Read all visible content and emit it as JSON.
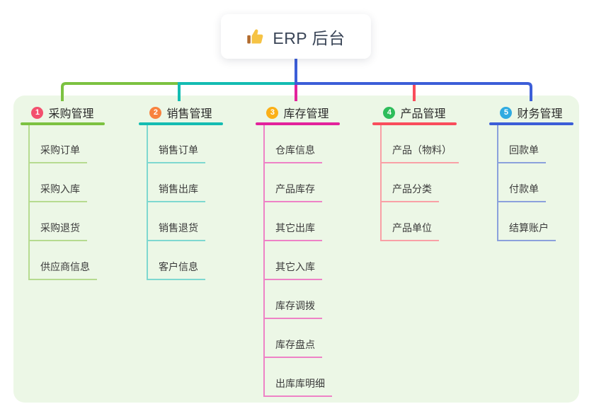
{
  "root": {
    "icon": "thumbs-up-icon",
    "label": "ERP 后台"
  },
  "branches": [
    {
      "badge": "1",
      "label": "采购管理",
      "colors": {
        "main": "#7cc241",
        "pale": "#b6db90",
        "badge": "#f3506e"
      },
      "children": [
        "采购订单",
        "采购入库",
        "采购退货",
        "供应商信息"
      ]
    },
    {
      "badge": "2",
      "label": "销售管理",
      "colors": {
        "main": "#14bcb2",
        "pale": "#7ed8d0",
        "badge": "#f8823e"
      },
      "children": [
        "销售订单",
        "销售出库",
        "销售退货",
        "客户信息"
      ]
    },
    {
      "badge": "3",
      "label": "库存管理",
      "colors": {
        "main": "#e2239c",
        "pale": "#ee82c6",
        "badge": "#fbb017"
      },
      "children": [
        "仓库信息",
        "产品库存",
        "其它出库",
        "其它入库",
        "库存调拨",
        "库存盘点",
        "出库库明细"
      ]
    },
    {
      "badge": "4",
      "label": "产品管理",
      "colors": {
        "main": "#f94d5c",
        "pale": "#f9a0a6",
        "badge": "#2ebd5b"
      },
      "children": [
        "产品（物料）",
        "产品分类",
        "产品单位"
      ]
    },
    {
      "badge": "5",
      "label": "财务管理",
      "colors": {
        "main": "#3c5ed8",
        "pale": "#8ba1dc",
        "badge": "#2fabe1"
      },
      "children": [
        "回款单",
        "付款单",
        "结算账户"
      ]
    }
  ],
  "canvas": {
    "background": "#ffffff",
    "panel_background": "#ecf7e6",
    "root_text_color": "#3a4557",
    "icon_color": "#f6c344",
    "icon_cuff_color": "#b26b2e"
  }
}
